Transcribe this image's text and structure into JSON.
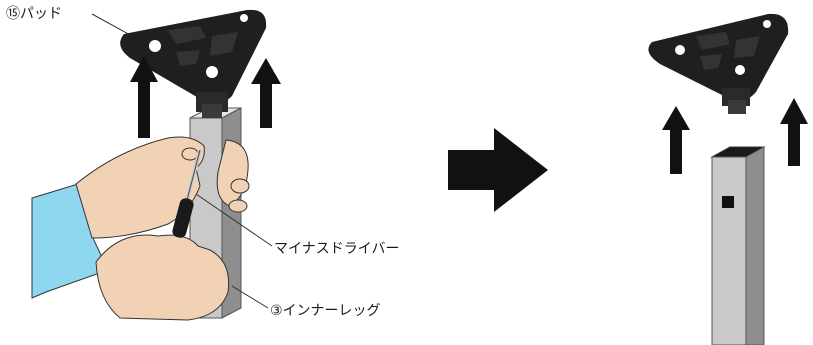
{
  "labels": {
    "pad": "⑮パッド",
    "screwdriver": "マイナスドライバー",
    "inner_leg": "③インナーレッグ"
  },
  "colors": {
    "pad": "#1f1f1f",
    "leg_light": "#cfcfcf",
    "leg_mid": "#a9a9a9",
    "leg_dark": "#7d7d7d",
    "skin": "#f2d2b4",
    "sleeve": "#8fd6ef",
    "arrow": "#111111"
  },
  "icons": [
    "up-arrow-icon",
    "right-arrow-icon"
  ]
}
